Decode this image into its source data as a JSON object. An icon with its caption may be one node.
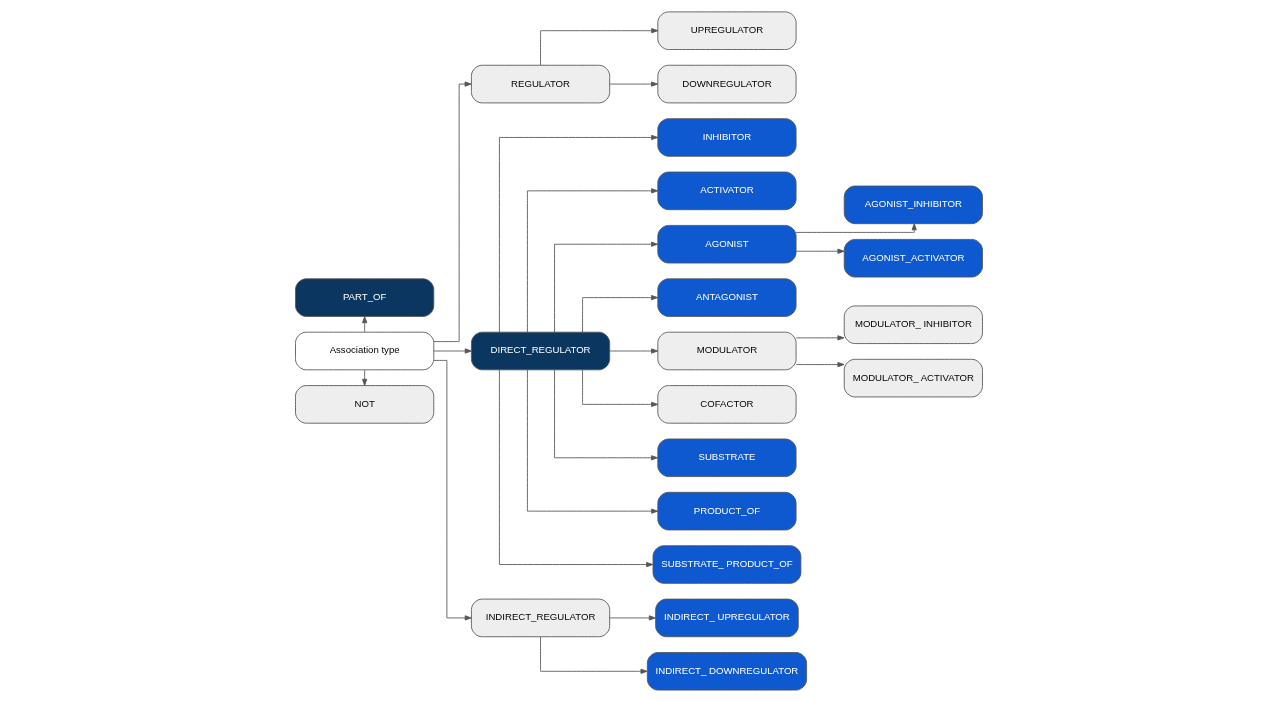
{
  "diagram": {
    "nodes": [
      {
        "text": [
          "Association type"
        ]
      },
      {
        "text": [
          "PART_OF"
        ]
      },
      {
        "text": [
          "NOT"
        ]
      },
      {
        "text": [
          "REGULATOR"
        ]
      },
      {
        "text": [
          "UPREGULATOR"
        ]
      },
      {
        "text": [
          "DOWNREGULATOR"
        ]
      },
      {
        "text": [
          "DIRECT_REGULATOR"
        ]
      },
      {
        "text": [
          "INDIRECT_REGULATOR"
        ]
      },
      {
        "text": [
          "INDIRECT_ UPREGULATOR"
        ]
      },
      {
        "text": [
          "INDIRECT_ DOWNREGULATOR"
        ]
      },
      {
        "text": [
          "INHIBITOR"
        ]
      },
      {
        "text": [
          "ACTIVATOR"
        ]
      },
      {
        "text": [
          "AGONIST"
        ]
      },
      {
        "text": [
          "ANTAGONIST"
        ]
      },
      {
        "text": [
          "MODULATOR"
        ]
      },
      {
        "text": [
          "COFACTOR"
        ]
      },
      {
        "text": [
          "SUBSTRATE"
        ]
      },
      {
        "text": [
          "PRODUCT_OF"
        ]
      },
      {
        "text": [
          "SUBSTRATE_ PRODUCT_OF"
        ]
      },
      {
        "text": [
          "AGONIST_INHIBITOR"
        ]
      },
      {
        "text": [
          "AGONIST_ACTIVATOR"
        ]
      },
      {
        "text": [
          "MODULATOR_ INHIBITOR"
        ]
      },
      {
        "text": [
          "MODULATOR_ ACTIVATOR"
        ]
      }
    ],
    "edges": [
      {
        "from": 0,
        "to": 1,
        "arrow": "to"
      },
      {
        "from": 0,
        "to": 2,
        "arrow": "to"
      },
      {
        "from": 0,
        "to": 3,
        "arrow": "to"
      },
      {
        "from": 0,
        "to": 6,
        "arrow": "to"
      },
      {
        "from": 0,
        "to": 7,
        "arrow": "to"
      },
      {
        "from": 3,
        "to": 4,
        "arrow": "to"
      },
      {
        "from": 3,
        "to": 5,
        "arrow": "to"
      },
      {
        "from": 7,
        "to": 8,
        "arrow": "to"
      },
      {
        "from": 7,
        "to": 9,
        "arrow": "to"
      },
      {
        "from": 6,
        "to": 10,
        "arrow": "to"
      },
      {
        "from": 6,
        "to": 11,
        "arrow": "to"
      },
      {
        "from": 6,
        "to": 12,
        "arrow": "to"
      },
      {
        "from": 6,
        "to": 13,
        "arrow": "to"
      },
      {
        "from": 6,
        "to": 14,
        "arrow": "to"
      },
      {
        "from": 6,
        "to": 15,
        "arrow": "to"
      },
      {
        "from": 6,
        "to": 16,
        "arrow": "to"
      },
      {
        "from": 6,
        "to": 17,
        "arrow": "to"
      },
      {
        "from": 6,
        "to": 18,
        "arrow": "to"
      },
      {
        "from": 12,
        "to": 19,
        "arrow": "to"
      },
      {
        "from": 12,
        "to": 20,
        "arrow": "to"
      },
      {
        "from": 14,
        "to": 21,
        "arrow": "to"
      },
      {
        "from": 14,
        "to": 22,
        "arrow": "to"
      }
    ]
  }
}
